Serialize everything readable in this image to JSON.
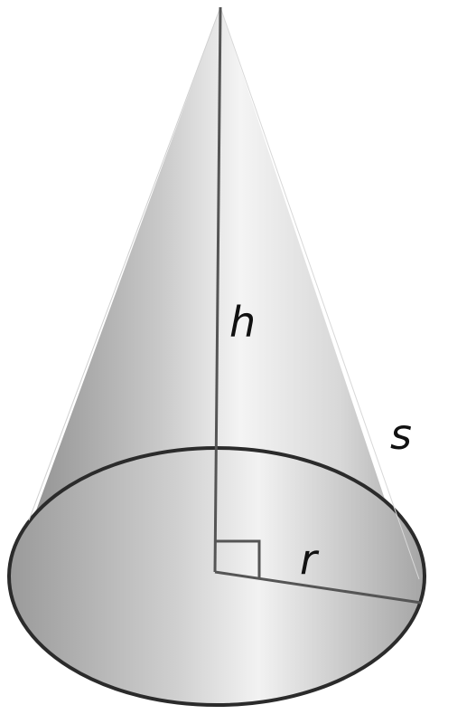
{
  "labels": {
    "height": "h",
    "slant": "s",
    "radius": "r"
  },
  "colors": {
    "outline": "#2b2b2b",
    "guide_lines": "#555555",
    "shade_dark": "#8a8a8a",
    "shade_light": "#ffffff"
  }
}
